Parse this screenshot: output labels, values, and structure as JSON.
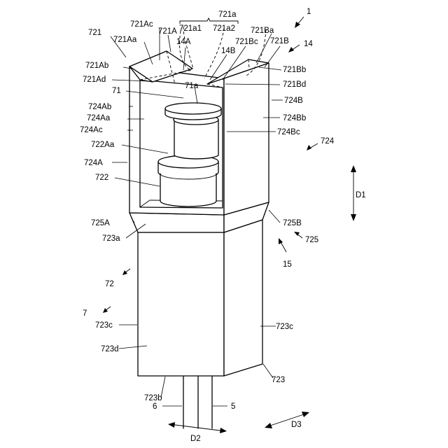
{
  "labels": {
    "n1": "1",
    "n5": "5",
    "n6": "6",
    "n7": "7",
    "n14": "14",
    "n14A": "14A",
    "n14B": "14B",
    "n15": "15",
    "n71": "71",
    "n71a": "71a",
    "n72": "72",
    "n721": "721",
    "n721A": "721A",
    "n721Aa": "721Aa",
    "n721Ab": "721Ab",
    "n721Ac": "721Ac",
    "n721Ad": "721Ad",
    "n721B": "721B",
    "n721Ba": "721Ba",
    "n721Bb": "721Bb",
    "n721Bc": "721Bc",
    "n721Bd": "721Bd",
    "n721a": "721a",
    "n721a1": "721a1",
    "n721a2": "721a2",
    "n722": "722",
    "n722Aa": "722Aa",
    "n723": "723",
    "n723a": "723a",
    "n723b": "723b",
    "n723c_left": "723c",
    "n723c_right": "723c",
    "n723d": "723d",
    "n724": "724",
    "n724A": "724A",
    "n724Aa": "724Aa",
    "n724Ab": "724Ab",
    "n724Ac": "724Ac",
    "n724B": "724B",
    "n724Bb": "724Bb",
    "n724Bc": "724Bc",
    "n725": "725",
    "n725A": "725A",
    "n725B": "725B",
    "D1": "D1",
    "D2": "D2",
    "D3": "D3"
  }
}
